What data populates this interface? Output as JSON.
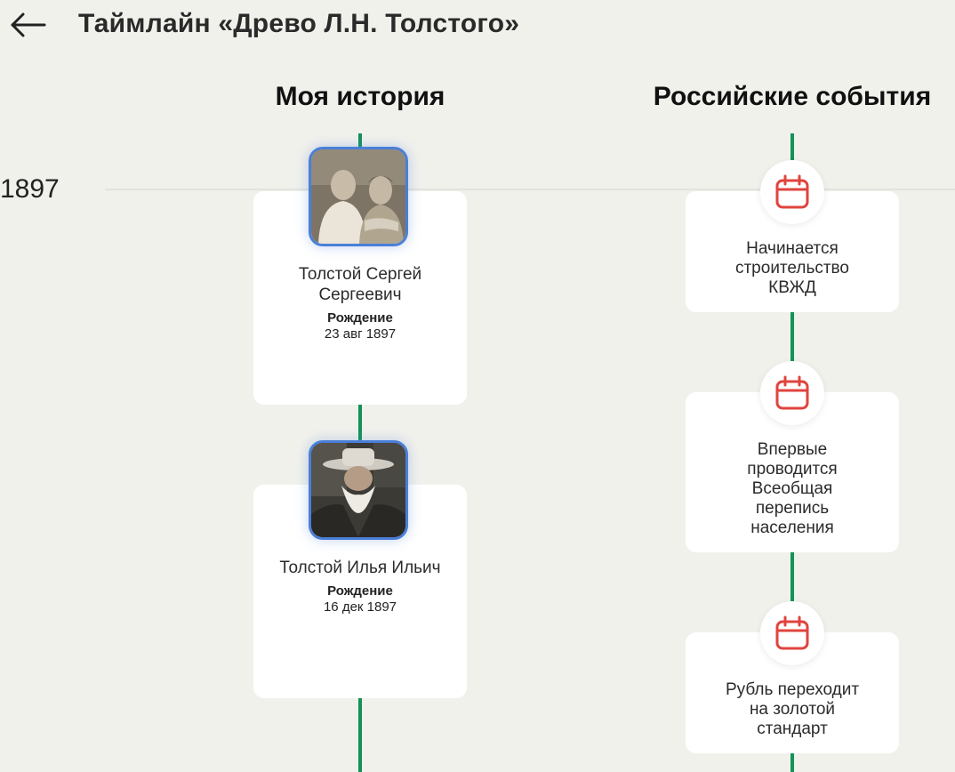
{
  "header": {
    "title": "Таймлайн «Древо Л.Н. Толстого»",
    "back_icon": "arrow-left-icon"
  },
  "columns": {
    "my_history": "Моя история",
    "russian_events": "Российские события"
  },
  "year": "1897",
  "colors": {
    "timeline_line": "#12935a",
    "photo_border": "#4a7fd8",
    "event_icon": "#e0443e",
    "background": "#f1f1ec"
  },
  "people": [
    {
      "name": "Толстой Сергей Сергеевич",
      "event": "Рождение",
      "date": "23 авг 1897",
      "photo": "couple-portrait"
    },
    {
      "name": "Толстой Илья Ильич",
      "event": "Рождение",
      "date": "16 дек 1897",
      "photo": "man-with-hat-and-beard-portrait"
    }
  ],
  "events": [
    {
      "text": "Начинается строительство КВЖД",
      "icon": "calendar-icon"
    },
    {
      "text": "Впервые проводится Всеобщая перепись населения",
      "icon": "calendar-icon"
    },
    {
      "text": "Рубль переходит на золотой стандарт",
      "icon": "calendar-icon"
    }
  ]
}
